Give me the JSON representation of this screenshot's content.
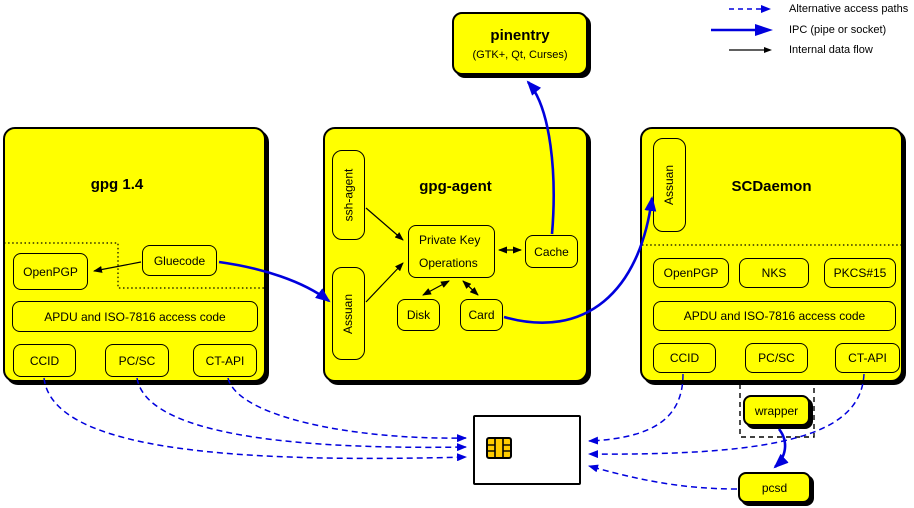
{
  "legend": {
    "alt_paths": "Alternative access paths",
    "ipc": "IPC (pipe or socket)",
    "internal": "Internal data flow"
  },
  "colors": {
    "box_fill": "#ffff00",
    "arrow_blue": "#0000dd",
    "line_black": "#000000",
    "chip_gold": "#ffcc00"
  },
  "pinentry": {
    "title": "pinentry",
    "subtitle": "(GTK+, Qt, Curses)"
  },
  "gpg14": {
    "title": "gpg 1.4",
    "openpgp": "OpenPGP",
    "gluecode": "Gluecode",
    "apdu": "APDU and ISO-7816 access code",
    "ccid": "CCID",
    "pcsc": "PC/SC",
    "ctapi": "CT-API"
  },
  "gpg_agent": {
    "title": "gpg-agent",
    "ssh_agent": "ssh-agent",
    "assuan": "Assuan",
    "private_key_line1": "Private Key",
    "private_key_line2": "Operations",
    "cache": "Cache",
    "disk": "Disk",
    "card": "Card"
  },
  "scdaemon": {
    "title": "SCDaemon",
    "assuan": "Assuan",
    "openpgp": "OpenPGP",
    "nks": "NKS",
    "pkcs15": "PKCS#15",
    "apdu": "APDU and ISO-7816 access code",
    "ccid": "CCID",
    "pcsc": "PC/SC",
    "ctapi": "CT-API"
  },
  "peripherals": {
    "wrapper": "wrapper",
    "pcsd": "pcsd"
  }
}
